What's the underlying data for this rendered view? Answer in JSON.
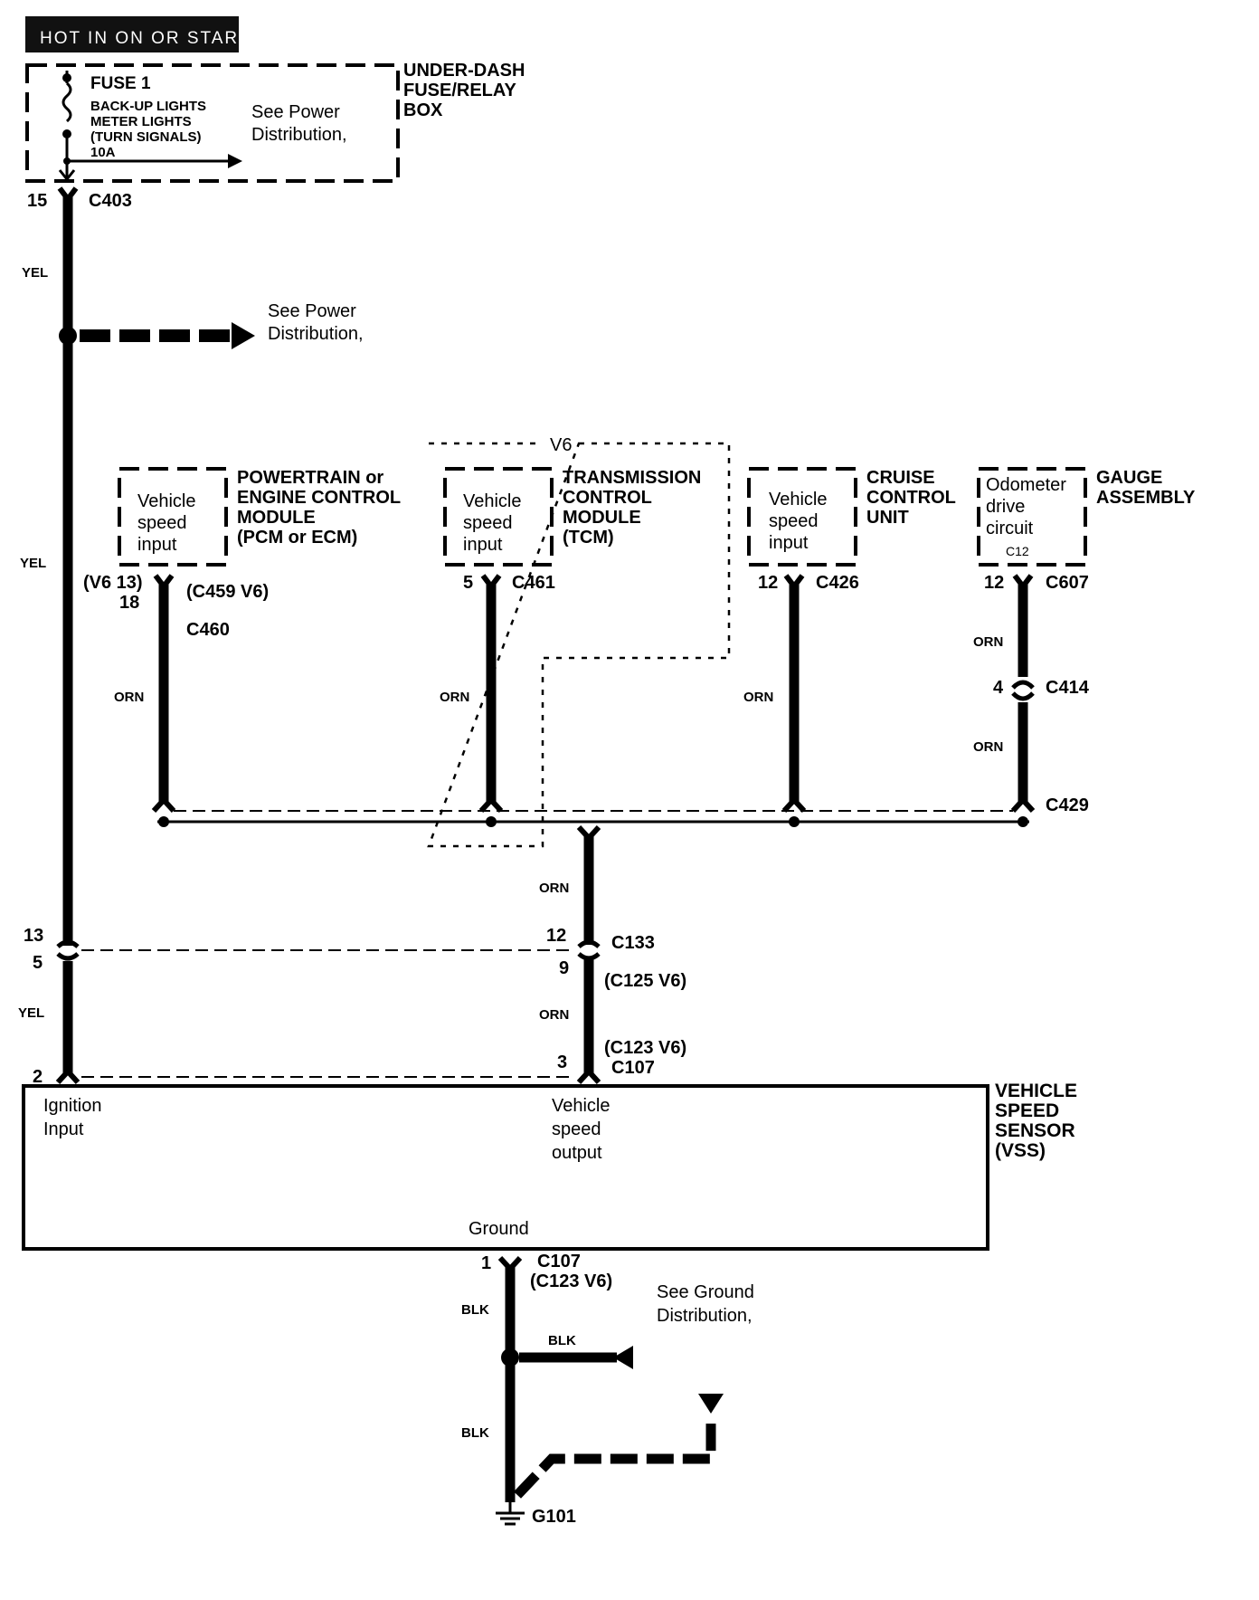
{
  "header": {
    "hot_label": "HOT IN ON OR START"
  },
  "fuse_box": {
    "name_lines": [
      "UNDER-DASH",
      "FUSE/RELAY",
      "BOX"
    ],
    "fuse_title": "FUSE 1",
    "fuse_desc_lines": [
      "BACK-UP LIGHTS",
      "METER LIGHTS",
      "(TURN SIGNALS)",
      "10A"
    ],
    "see_power_lines": [
      "See Power",
      "Distribution,"
    ]
  },
  "c403": {
    "pin": "15",
    "name": "C403"
  },
  "wire_colors": {
    "yel": "YEL",
    "orn": "ORN",
    "blk": "BLK"
  },
  "see_power_2_lines": [
    "See Power",
    "Distribution,"
  ],
  "v6_label": "V6",
  "pcm": {
    "inner_lines": [
      "Vehicle",
      "speed",
      "input"
    ],
    "name_lines": [
      "POWERTRAIN or",
      "ENGINE CONTROL",
      "MODULE",
      "(PCM or ECM)"
    ],
    "pin_v6": "(V6 13)",
    "pin": "18",
    "conn_v6": "(C459 V6)",
    "conn": "C460"
  },
  "tcm": {
    "inner_lines": [
      "Vehicle",
      "speed",
      "input"
    ],
    "name_lines": [
      "TRANSMISSION",
      "CONTROL",
      "MODULE",
      "(TCM)"
    ],
    "pin": "5",
    "conn": "C461"
  },
  "cruise": {
    "inner_lines": [
      "Vehicle",
      "speed",
      "input"
    ],
    "name_lines": [
      "CRUISE",
      "CONTROL",
      "UNIT"
    ],
    "pin": "12",
    "conn": "C426"
  },
  "gauge": {
    "inner_lines": [
      "Odometer",
      "drive",
      "circuit"
    ],
    "inner_conn": "C12",
    "name_lines": [
      "GAUGE",
      "ASSEMBLY"
    ],
    "pin": "12",
    "conn": "C607",
    "c414_pin": "4",
    "c414": "C414",
    "c429": "C429"
  },
  "c133": {
    "pin_left": "13",
    "pin_right": "12",
    "name": "C133"
  },
  "c125": {
    "pin_left": "5",
    "pin_right": "9",
    "name": "(C125 V6)"
  },
  "c107": {
    "pin_left": "2",
    "pin_right": "3",
    "name_v6": "(C123 V6)",
    "name": "C107"
  },
  "vss": {
    "name_lines": [
      "VEHICLE",
      "SPEED",
      "SENSOR",
      "(VSS)"
    ],
    "ignition_lines": [
      "Ignition",
      "Input"
    ],
    "speed_lines": [
      "Vehicle",
      "speed",
      "output"
    ],
    "ground": "Ground"
  },
  "ground": {
    "pin": "1",
    "conn": "C107",
    "conn_v6": "(C123 V6)",
    "see_ground_lines": [
      "See Ground",
      "Distribution,"
    ],
    "g101": "G101"
  }
}
